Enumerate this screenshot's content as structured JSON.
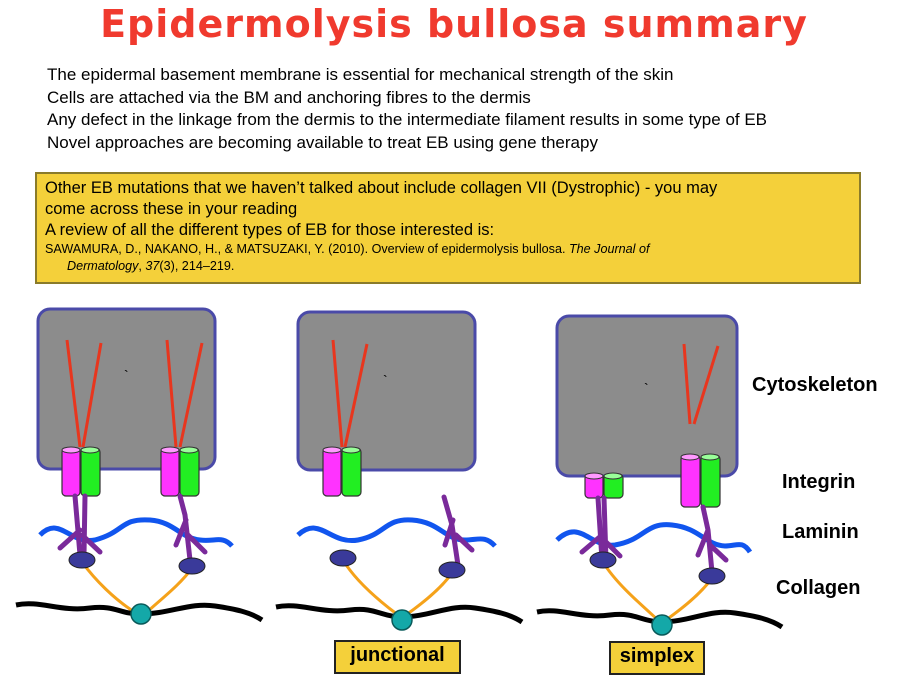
{
  "title": "Epidermolysis bullosa summary",
  "bullets": [
    "The epidermal basement membrane is essential for mechanical strength of the skin",
    "Cells are attached via the BM and anchoring fibres to the dermis",
    "Any defect in the linkage from the dermis to the intermediate filament results in some type of EB",
    "Novel approaches are becoming available to treat EB using gene therapy"
  ],
  "box": {
    "line1": "Other EB mutations that we haven’t talked about include collagen VII (Dystrophic) - you may",
    "line2": "come across these in your reading",
    "line3": "A review of all the different types of EB for those interested is:",
    "ref_authors": "SAWAMURA, D., NAKANO, H., & MATSUZAKI, Y. (2010). Overview of epidermolysis bullosa. ",
    "ref_journal": "The Journal of",
    "ref_journal2": "Dermatology",
    "ref_sep": ", ",
    "ref_volume": "37",
    "ref_rest": "(3), 214–219."
  },
  "labels": {
    "cytoskeleton": "Cytoskeleton",
    "integrin": "Integrin",
    "laminin": "Laminin",
    "collagen": "Collagen"
  },
  "panel_labels": {
    "junctional": "junctional",
    "simplex": "simplex"
  },
  "colors": {
    "title": "#f03a2e",
    "cell": "#8c8c8c",
    "cell_border": "#4a4aa8",
    "filament": "#e8361e",
    "integrin_left": "#ff33ff",
    "integrin_right": "#22ee22",
    "laminin": "#1155ee",
    "protein": "#7a2a9a",
    "anchor": "#3a3a9a",
    "collagen": "#f5a21a",
    "dermis_node": "#14a8a8",
    "box": "#f4d03a"
  }
}
